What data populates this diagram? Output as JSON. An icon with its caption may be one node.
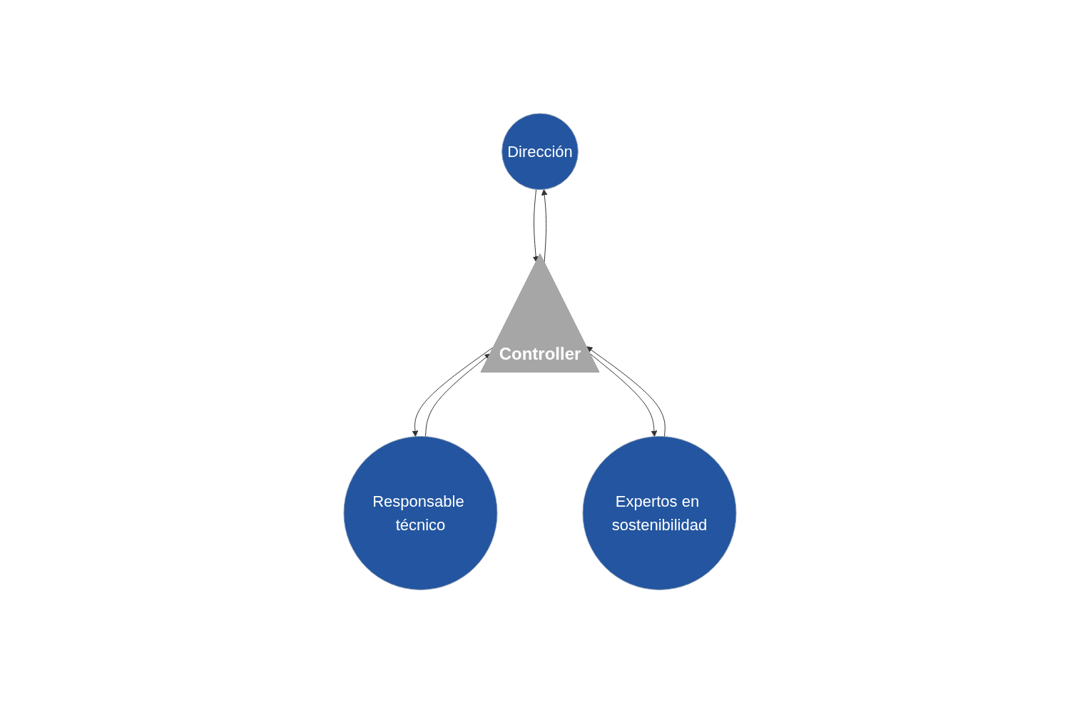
{
  "diagram": {
    "nodes": [
      {
        "text": [
          "Dirección"
        ]
      },
      {
        "text": [
          "Controller"
        ]
      },
      {
        "text": [
          "Responsable técnico"
        ]
      },
      {
        "text": [
          "Expertos en sostenibilidad"
        ]
      }
    ],
    "edges": [
      {
        "from": 0,
        "to": 1,
        "arrow": "to"
      },
      {
        "from": 1,
        "to": 0,
        "arrow": "to"
      },
      {
        "from": 1,
        "to": 2,
        "arrow": "to"
      },
      {
        "from": 2,
        "to": 1,
        "arrow": "to"
      },
      {
        "from": 3,
        "to": 1,
        "arrow": "to"
      },
      {
        "from": 1,
        "to": 3,
        "arrow": "to"
      }
    ]
  }
}
